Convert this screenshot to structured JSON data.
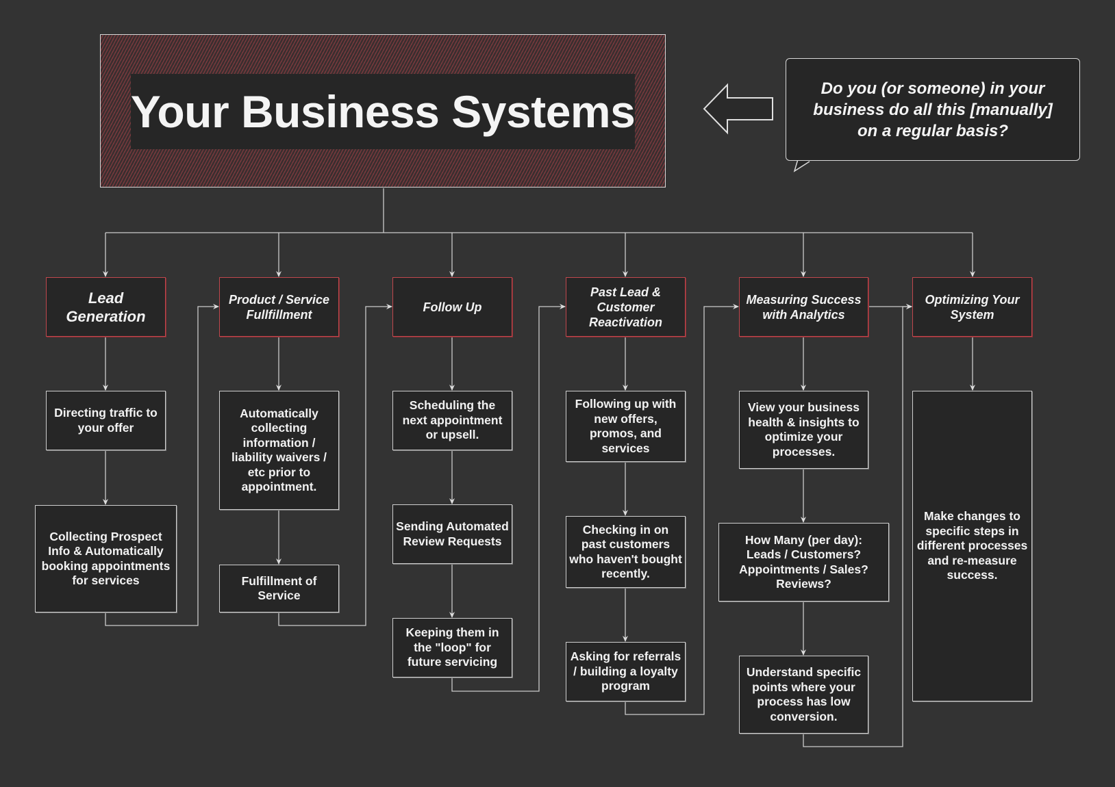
{
  "title": "Your Business Systems",
  "callout": {
    "text": "Do you (or someone) in your\nbusiness do all this [manually]\non a regular basis?",
    "arrow_icon": "left-arrow-icon"
  },
  "colors": {
    "background": "#333333",
    "node_fill": "#262626",
    "header_border": "#c0474d",
    "step_border": "#cfcfcf",
    "connector": "#cccccc",
    "hatch": "#7a3a3e"
  },
  "columns": [
    {
      "header": "Lead\nGeneration",
      "steps": [
        "Directing traffic to\nyour offer",
        "Collecting Prospect\nInfo & Automatically\nbooking appointments\nfor services"
      ]
    },
    {
      "header": "Product / Service\nFullfillment",
      "steps": [
        "Automatically\ncollecting\ninformation /\nliability waivers /\netc prior to\nappointment.",
        "Fulfillment of\nService"
      ]
    },
    {
      "header": "Follow Up",
      "steps": [
        "Scheduling the\nnext appointment\nor upsell.",
        "Sending Automated\nReview Requests",
        "Keeping them in\nthe \"loop\" for\nfuture servicing"
      ]
    },
    {
      "header": "Past Lead &\nCustomer\nReactivation",
      "steps": [
        "Following up with\nnew offers,\npromos, and\nservices",
        "Checking in on\npast customers\nwho haven't bought\nrecently.",
        "Asking for referrals\n/ building a loyalty\nprogram"
      ]
    },
    {
      "header": "Measuring Success\nwith Analytics",
      "steps": [
        "View your business\nhealth & insights to\noptimize your\nprocesses.",
        "How Many (per day):\nLeads / Customers?\nAppointments / Sales?\nReviews?",
        "Understand specific\npoints where your\nprocess has low\nconversion."
      ]
    },
    {
      "header": "Optimizing Your\nSystem",
      "steps": [
        "Make changes to\nspecific steps in\ndifferent processes\nand re-measure\nsuccess."
      ]
    }
  ]
}
